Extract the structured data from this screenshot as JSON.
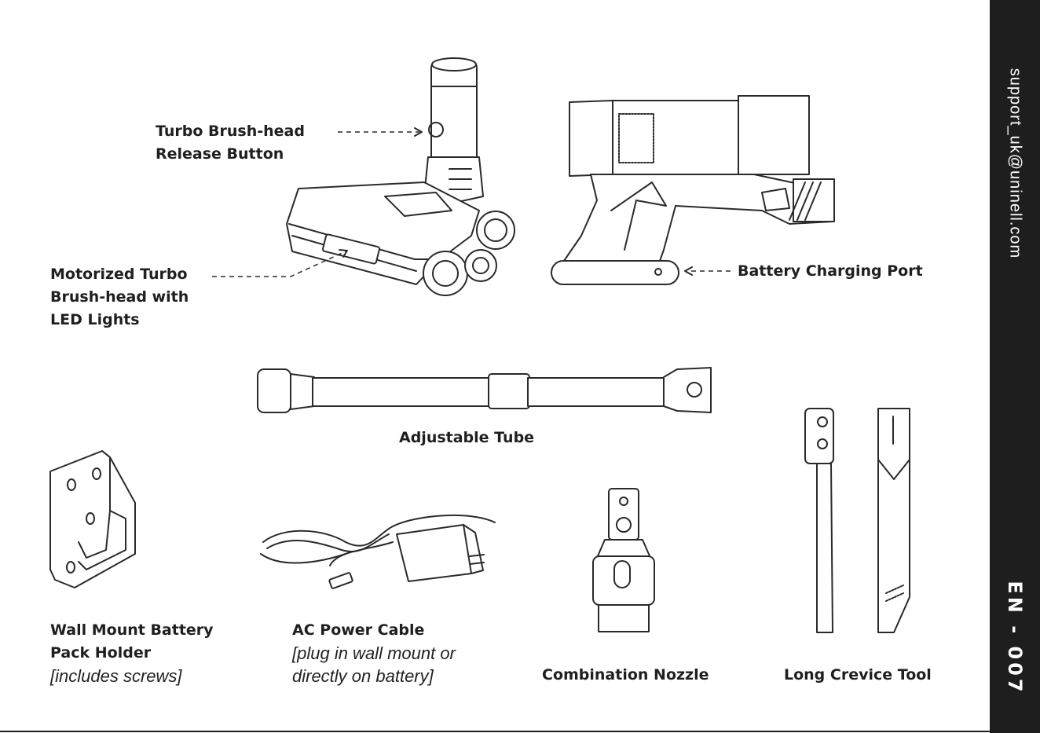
{
  "sidebar": {
    "email": "support_uk@uninell.com",
    "page_code": "EN - 007"
  },
  "labels": {
    "release_button": [
      "Turbo Brush-head",
      "Release Button"
    ],
    "turbo_brush": [
      "Motorized Turbo",
      "Brush-head with",
      "LED Lights"
    ],
    "charging_port": "Battery Charging Port",
    "tube": "Adjustable Tube",
    "wall_mount": {
      "title": [
        "Wall Mount Battery",
        "Pack Holder"
      ],
      "note": "[includes screws]"
    },
    "power_cable": {
      "title": "AC Power Cable",
      "note": [
        "[plug in wall mount or",
        "directly on battery]"
      ]
    },
    "nozzle": "Combination Nozzle",
    "crevice": "Long Crevice Tool"
  },
  "icons": [
    "brush-head-illustration",
    "vacuum-body-illustration",
    "tube-illustration",
    "wall-mount-illustration",
    "charger-illustration",
    "nozzle-illustration",
    "crevice-tool-illustration"
  ],
  "colors": {
    "sidebar": "#1e1e1e",
    "ink": "#2a2a2a",
    "text": "#1f1f1f"
  }
}
